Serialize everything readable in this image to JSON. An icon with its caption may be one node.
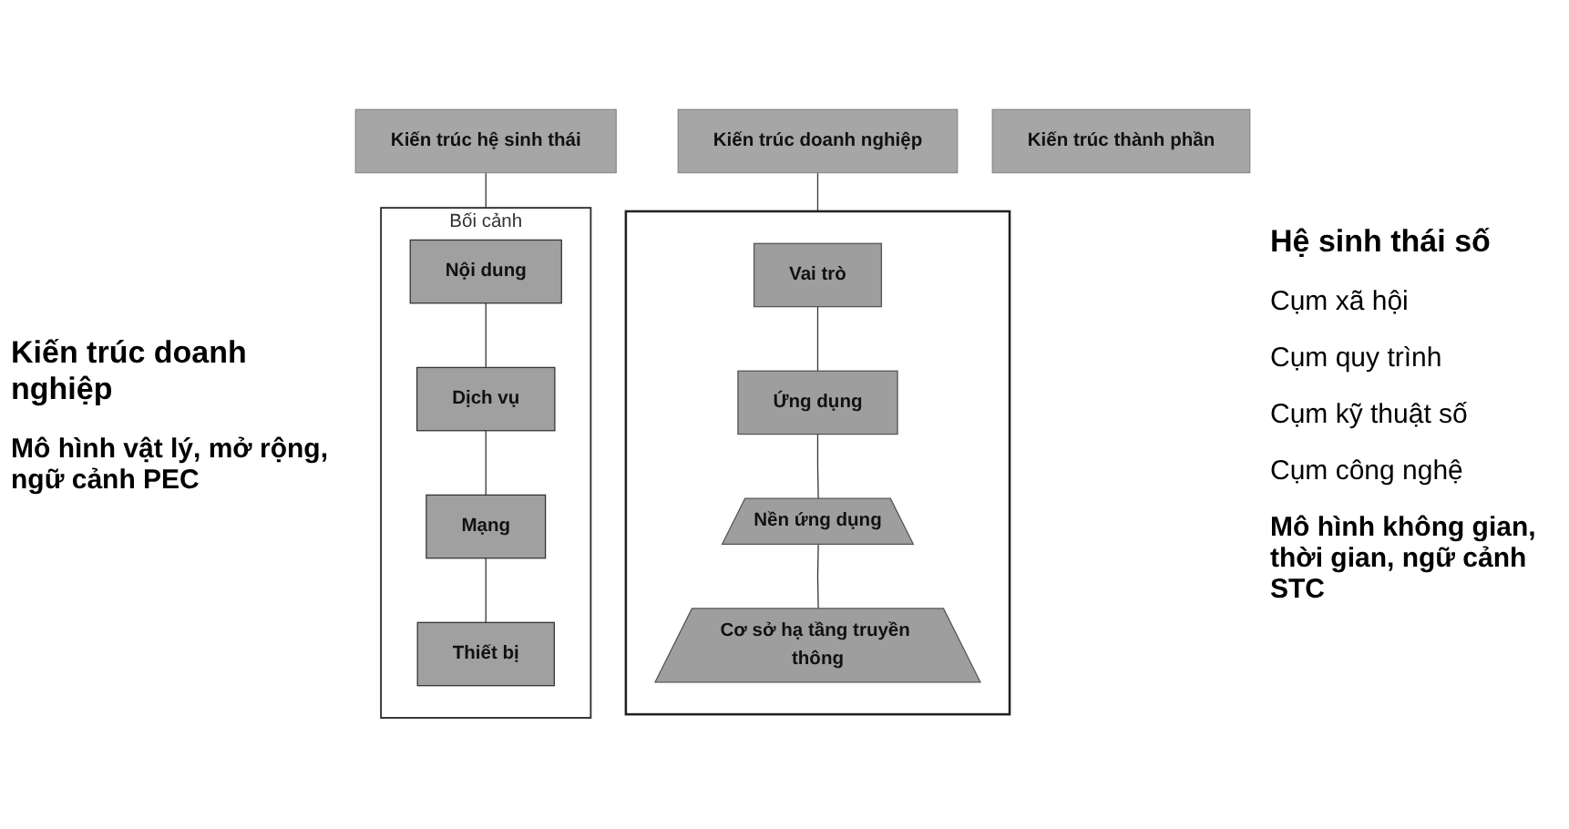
{
  "diagram": {
    "nodes": [
      {
        "text": [
          "Kiến trúc hệ sinh thái"
        ]
      },
      {
        "text": [
          "Kiến trúc doanh nghiệp"
        ]
      },
      {
        "text": [
          "Kiến trúc thành phần"
        ]
      },
      {
        "text": [],
        "shape": "box"
      },
      {
        "text": [
          "Vai trò"
        ],
        "in": 3
      },
      {
        "text": [
          "Ứng dụng"
        ],
        "in": 3
      },
      {
        "text": [
          "Nền ứng dụng"
        ],
        "in": 3
      },
      {
        "text": [
          "Cơ sở hạ tầng truyền thông"
        ],
        "in": 3
      },
      {
        "text": [
          "Bối cảnh"
        ]
      },
      {
        "text": [
          "Nội dung"
        ],
        "in": 8
      },
      {
        "text": [
          "Dịch vụ"
        ],
        "in": 8
      },
      {
        "text": [
          "Mạng"
        ],
        "in": 8
      },
      {
        "text": [
          "Thiết bị"
        ],
        "in": 8
      }
    ],
    "edges": [
      {
        "from": 1,
        "to": 3,
        "arrow": "none"
      },
      {
        "from": 0,
        "to": 8,
        "arrow": "none"
      },
      {
        "from": 4,
        "to": 5,
        "arrow": "none"
      },
      {
        "from": 5,
        "to": 6,
        "arrow": "none"
      },
      {
        "from": 6,
        "to": 7,
        "arrow": "none"
      },
      {
        "from": 9,
        "to": 10,
        "arrow": "none"
      },
      {
        "from": 10,
        "to": 11,
        "arrow": "none"
      },
      {
        "from": 11,
        "to": 12,
        "arrow": "none"
      }
    ],
    "labels": [
      "Kiến trúc doanh nghiệp",
      "Hệ sinh thái số",
      "Cụm xã hội",
      "Cụm quy trình",
      "Cụm kỹ thuật số",
      "Cụm công nghệ",
      "Mô hình vật lý, mở rộng, ngữ cảnh PEC",
      "Mô hình không gian, thời gian, ngữ cảnh STC"
    ]
  }
}
